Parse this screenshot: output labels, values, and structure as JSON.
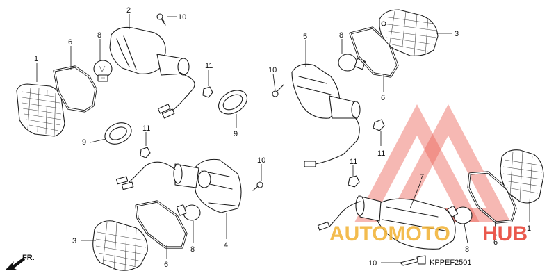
{
  "diagram": {
    "drawing_code": "KPPEF2501",
    "front_label": "FR.",
    "watermark": {
      "brand_part1": "AUTOMOTO",
      "brand_part2": "HUB",
      "color_primary": "#f2b53c",
      "color_secondary": "#e8483a"
    }
  },
  "part_numbers": {
    "n1a": "1",
    "n1b": "1",
    "n2": "2",
    "n3a": "3",
    "n3b": "3",
    "n4": "4",
    "n5": "5",
    "n6a": "6",
    "n6b": "6",
    "n6c": "6",
    "n6d": "6",
    "n7": "7",
    "n8a": "8",
    "n8b": "8",
    "n8c": "8",
    "n8d": "8",
    "n9a": "9",
    "n9b": "9",
    "n10a": "10",
    "n10b": "10",
    "n10c": "10",
    "n10d": "10",
    "n11a": "11",
    "n11b": "11",
    "n11c": "11",
    "n11d": "11"
  }
}
